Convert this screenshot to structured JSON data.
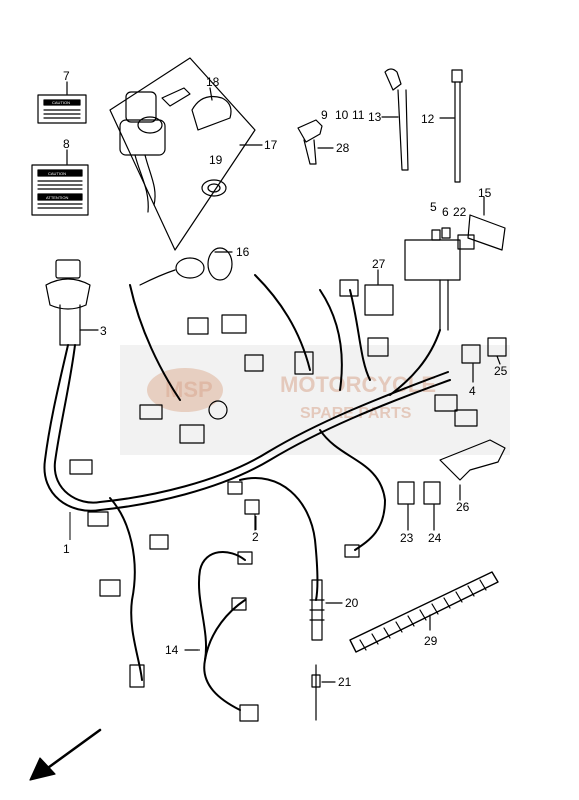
{
  "callouts": {
    "n1": "1",
    "n2": "2",
    "n3": "3",
    "n4": "4",
    "n5": "5",
    "n6": "6",
    "n7": "7",
    "n8": "8",
    "n9": "9",
    "n10": "10",
    "n11": "11",
    "n12": "12",
    "n13": "13",
    "n14": "14",
    "n15": "15",
    "n16": "16",
    "n17": "17",
    "n18": "18",
    "n19": "19",
    "n20": "20",
    "n21": "21",
    "n22": "22",
    "n23": "23",
    "n24": "24",
    "n25": "25",
    "n26": "26",
    "n27": "27",
    "n28": "28",
    "n29": "29"
  },
  "labels": {
    "caution_7": "CAUTION",
    "caution_8": "CAUTION",
    "attention_8": "ATTENTION"
  },
  "watermark": {
    "brand": "MOTORCYCLE",
    "sub": "SPARE PARTS",
    "logo": "MSP"
  },
  "colors": {
    "line": "#000000",
    "watermark": "#d9a890",
    "watermark_band": "#e8e8e8"
  }
}
